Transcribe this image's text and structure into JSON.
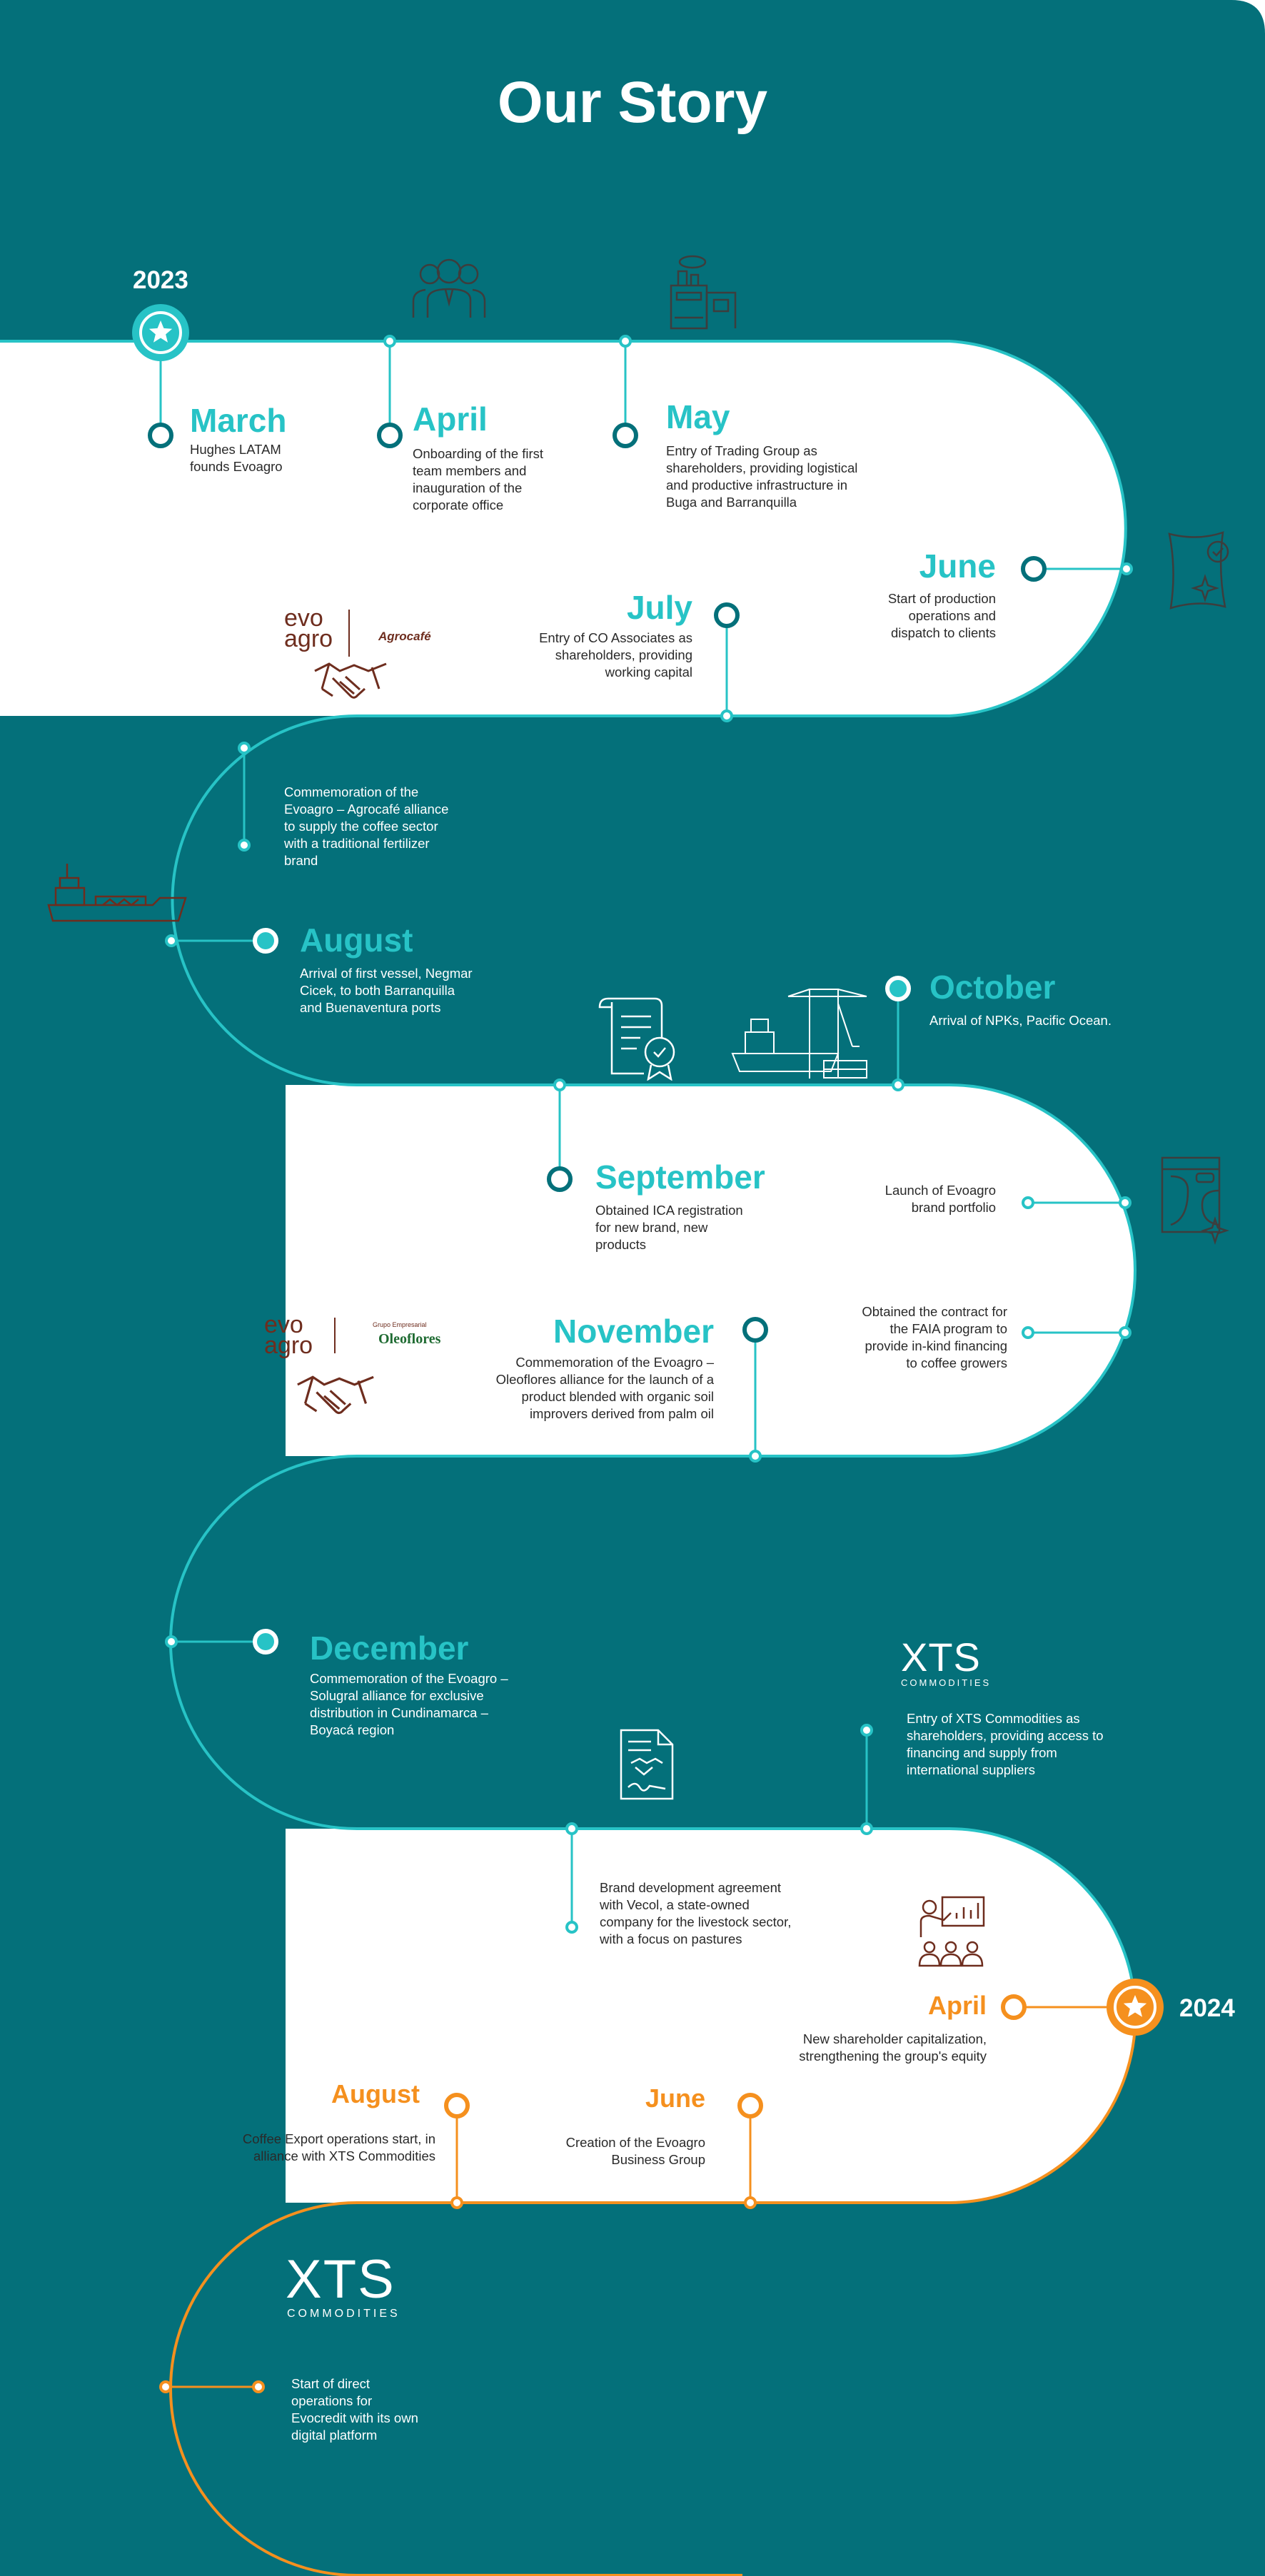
{
  "title": "Our Story",
  "colors": {
    "teal_dark": "#04707a",
    "teal_accent": "#27c3c6",
    "orange": "#f5901e",
    "brown": "#6e2d1e"
  },
  "years": {
    "y2023": "2023",
    "y2024": "2024"
  },
  "events": {
    "march": {
      "month": "March",
      "text": [
        "Hughes LATAM",
        "founds Evoagro"
      ]
    },
    "april": {
      "month": "April",
      "text": [
        "Onboarding of the first",
        "team members and",
        "inauguration of the",
        "corporate office"
      ]
    },
    "may": {
      "month": "May",
      "text": [
        "Entry of Trading Group as",
        "shareholders, providing logistical",
        "and productive infrastructure in",
        "Buga and Barranquilla"
      ]
    },
    "june": {
      "month": "June",
      "text": [
        "Start of production",
        "operations and",
        "dispatch to clients"
      ]
    },
    "july": {
      "month": "July",
      "text": [
        "Entry of CO Associates as",
        "shareholders, providing",
        "working capital"
      ]
    },
    "agrocafe": {
      "text": [
        "Commemoration of the",
        "Evoagro – Agrocafé alliance",
        "to supply the coffee sector",
        "with a traditional fertilizer",
        "brand"
      ]
    },
    "august": {
      "month": "August",
      "text": [
        "Arrival of first vessel, Negmar",
        "Cicek, to both Barranquilla",
        "and Buenaventura ports"
      ]
    },
    "october": {
      "month": "October",
      "text": [
        "Arrival of NPKs, Pacific Ocean."
      ]
    },
    "september": {
      "month": "September",
      "text": [
        "Obtained ICA registration",
        "for new brand, new",
        "products"
      ]
    },
    "portfolio": {
      "text": [
        "Launch of Evoagro",
        "brand portfolio"
      ]
    },
    "faia": {
      "text": [
        "Obtained the contract for",
        "the FAIA program to",
        "provide in-kind financing",
        "to coffee growers"
      ]
    },
    "november": {
      "month": "November",
      "text": [
        "Commemoration of the Evoagro –",
        "Oleoflores alliance for the launch of a",
        "product blended with organic soil",
        "improvers derived from palm oil"
      ]
    },
    "december": {
      "month": "December",
      "text": [
        "Commemoration of the Evoagro –",
        "Solugral alliance for exclusive",
        "distribution in Cundinamarca –",
        "Boyacá region"
      ]
    },
    "xts_entry": {
      "text": [
        "Entry of XTS Commodities as",
        "shareholders, providing access to",
        "financing and supply from",
        "international suppliers"
      ]
    },
    "vecol": {
      "text": [
        "Brand development agreement",
        "with Vecol, a state-owned",
        "company for the livestock sector,",
        "with a focus on pastures"
      ]
    },
    "april2024": {
      "month": "April",
      "text": [
        "New shareholder capitalization,",
        "strengthening the group's equity"
      ]
    },
    "june2024": {
      "month": "June",
      "text": [
        "Creation of the Evoagro",
        "Business Group"
      ]
    },
    "august2024": {
      "month": "August",
      "text": [
        "Coffee Export operations start, in",
        "alliance with XTS Commodities"
      ]
    },
    "evocredit": {
      "text": [
        "Start of direct",
        "operations for",
        "Evocredit with its own",
        "digital platform"
      ]
    }
  },
  "logos": {
    "evo": "evo",
    "agro": "agro",
    "agrocafe": "Agrocafé",
    "grupo": "Grupo Empresarial",
    "oleoflores": "Oleoflores",
    "xts": "XTS",
    "commodities": "COMMODITIES"
  },
  "icons": [
    "team-icon",
    "factory-icon",
    "fertilizer-bag-icon",
    "handshake-icon",
    "ship-icon",
    "certificate-icon",
    "port-crane-icon",
    "product-bag-icon",
    "contract-icon",
    "presentation-icon",
    "star-icon"
  ]
}
